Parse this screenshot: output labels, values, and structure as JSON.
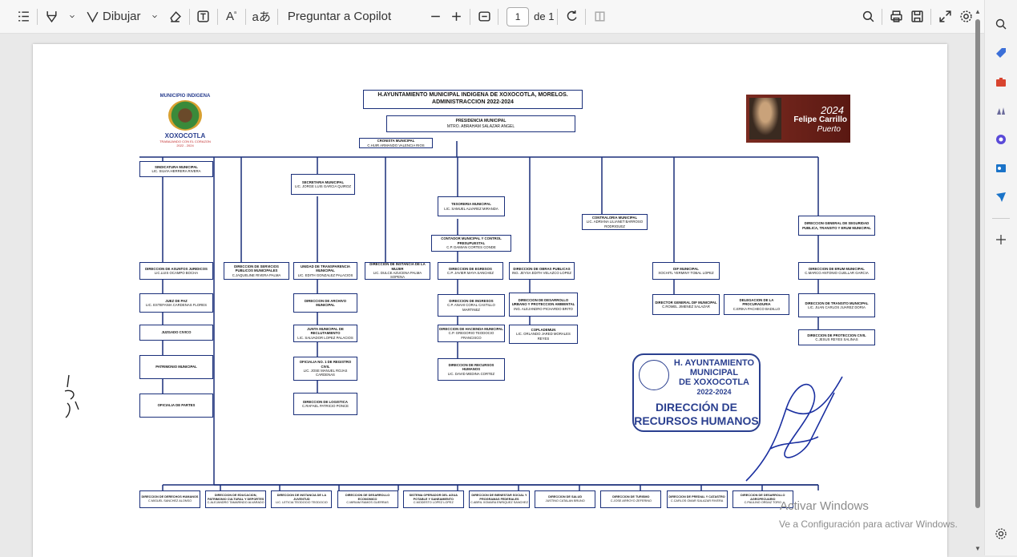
{
  "toolbar": {
    "draw_label": "Dibujar",
    "copilot_label": "Preguntar a Copilot",
    "page_current": "1",
    "page_total": "de 1"
  },
  "org": {
    "title_line1": "H.AYUNTAMIENTO MUNICIPAL INDIGENA DE XOXOCOTLA, MORELOS.",
    "title_line2": "ADMINISTRACCION 2022-2024",
    "presidencia": "PRESIDENCIA MUNICIPAL",
    "presidencia_name": "MTRO. ABRAHAM SALAZAR ANGEL",
    "cronista": "CRONISTA MUNICIPAL",
    "cronista_name": "C.HUIR ARMANDO VALENCIA RIOS",
    "sindicatura": "SINDICATURA MUNICIPAL",
    "sindicatura_name": "LIC. SILVIA HERRERA RIVERA",
    "secretaria": "SECRETARIA MUNICIPAL",
    "secretaria_name": "LIC. JORGE LUIS GARCIA QUIROZ",
    "tesoreria": "TESORERIA MUNICIPAL",
    "tesoreria_name": "LIC. SAMUEL ALVAREZ MIRANDA",
    "contador": "CONTADOR MUNICIPAL Y CONTROL PRESUPUESTAL",
    "contador_name": "C.P. DAMIAN CORTES CONDE",
    "contraloria": "CONTRALORIA MUNICIPAL",
    "contraloria_name": "LIC. ADRIANA LILIANET BARROSO RODRIGUEZ",
    "seguridad": "DIRECCION GENERAL DE SEGURIDAD PUBLICA, TRANSITO Y ERUM MUNICIPAL",
    "asuntos": "DIRECCION DE ASUNTOS JURIDICOS",
    "asuntos_name": "LIC.LUIS OCAMPO BOCHA",
    "servicios": "DIRECCION DE SERVICIOS PUBLICOS MUNICIPALES",
    "servicios_name": "C.JAQUELINE RIVERA PALMA",
    "transparencia": "UNIDAD DE TRANSPARENCIA MUNICIPAL",
    "transparencia_name": "LIC. EDITH GONZALEZ PALACIOS",
    "mujer": "DIRECCION DE INSTANCIA DE LA MUJER",
    "mujer_name": "LIC. DULCE AZUCENA PALMA SOPENA",
    "egresos": "DIRECCION DE EGRESOS",
    "egresos_name": "C.P. JAVIER MAYA SANCHEZ",
    "obras": "DIRECCION DE OBRAS PUBLICAS",
    "obras_name": "ING. JEYSA EDITH VELAZCO LOPEZ",
    "dif": "DIF MUNICIPAL",
    "dif_name": "XOCHITL YERMINY TOBAL LOPEZ",
    "erum": "DIRECCION DE ERUM MUNICIPAL",
    "erum_name": "C.MARCO ANTONIO CUELLAR GARCIA",
    "juez": "JUEZ DE PAZ",
    "juez_name": "LIC. ESTEFANIA CARDENAS FLORES",
    "archivo": "DIRECCION DE ARCHIVO MUNICIPAL",
    "ingresos": "DIRECCION DE INGRESOS",
    "ingresos_name": "C.P. ANAHI CORAL CASTILLO MARTINEZ",
    "urbano": "DIRECCION DE DESARROLLO URBANO Y PROTECCION AMBIENTAL",
    "urbano_name": "ING. ALEJANDRO PICHARDO BRITO",
    "dif_director": "DIRECTOR GENERAL DIF MUNICIPAL",
    "dif_director_name": "C.ROMEL JIMENEZ SALAZAR",
    "procuraduria": "DELEGACION DE LA PROCURADURIA",
    "procuraduria_name": "C.ERIKA PACHECO BADILLO",
    "transito": "DIRECCION DE TRANSITO MUNICIPAL",
    "transito_name": "LIC. JUAN CARLOS JUAREZ DORIA",
    "civico": "JUZGADO CIVICO",
    "junta": "JUNTA MUNICIPAL DE RECLUTAMIENTO",
    "junta_name": "LIC. SALVADOR LOPEZ PALACIOS",
    "hacienda": "DIRECCION DE HACIENDA MUNICIPAL",
    "hacienda_name": "C.P. GREGORIO TEODOCIO FRANCISCO",
    "coplademun": "COPLADEMUN",
    "coplademun_name": "LIC. ORLANDO JARED MORALES REYES",
    "proteccion": "DIRECCION DE PROTECCION CIVIL",
    "proteccion_name": "C.JESUS REYES SALINAS",
    "patrimonio": "PATRIMONIO MUNICIPAL",
    "registro": "OFICIALIA NO. 1 DE REGISTRO CIVIL",
    "registro_name": "LIC. JOSE MANUEL ROJAS CARDENAS",
    "rh": "DIRECCION DE RECURSOS HUMANOS",
    "rh_name": "LIC. DAVID MEDINA CORTEZ",
    "partes": "OFICIALIA DE PARTES",
    "logistica": "DIRECCION DE LOGISTICA",
    "logistica_name": "C.RAFAEL PATRICIO PONCE",
    "bottom": [
      {
        "t": "DIRECCION DE DERECHOS HUMANOS",
        "n": "C.MIGUEL SANCHEZ ALONSO"
      },
      {
        "t": "DIRECCION DE EDUCACION, PATRIMONIO CULTURAL Y DEPORTES",
        "n": "C.ALEJANDRO TAMARINDO ALVARADO"
      },
      {
        "t": "DIRECCION DE INSTANCIA DE LA JUVENTUD",
        "n": "LIC. LETICIA TEODOCIO TEODOCIO"
      },
      {
        "t": "DIRECCION DE DESARROLLO ECONOMICO",
        "n": "C.MIRIAM RAMOS GUERRAS"
      },
      {
        "t": "SISTEMA OPERADOR DEL AGUA POTABLE Y SANEAMIENTO",
        "n": "C.MODESTO LOPEZ LOPEZ"
      },
      {
        "t": "DIRECCION DE BIENESTAR SOCIAL Y PROGRAMAS FEDERALES",
        "n": "C.ABRIL XOMARA ENRIQUEZ SANCHEZ"
      },
      {
        "t": "DIRECCION DE SALUD",
        "n": "JUSTINO CATALAN BRUNO"
      },
      {
        "t": "DIRECCION DE TURISMO",
        "n": "C.JOSE ARROYO ZEFERINO"
      },
      {
        "t": "DIRECCION DE PREDIAL Y CATASTRO",
        "n": "C.CARLOS OMAR SALAZAR RIVERA"
      },
      {
        "t": "DIRECCION DE DESARROLLO AGROPECUARIO",
        "n": "C.PAULINO ORDAZ TORO"
      }
    ],
    "logo_top": "MUNICIPIO INDIGENA",
    "logo_name": "XOXOCOTLA",
    "logo_slogan": "TRABAJANDO CON EL CORAZON",
    "logo_year": "2022 - 2024",
    "fc_year": "2024",
    "fc_name1": "Felipe Carrillo",
    "fc_name2": "Puerto",
    "stamp_line1": "H. AYUNTAMIENTO",
    "stamp_line2": "MUNICIPAL",
    "stamp_line3": "DE XOXOCOTLA",
    "stamp_line4": "2022-2024",
    "stamp_line5": "DIRECCIÓN DE",
    "stamp_line6": "RECURSOS HUMANOS"
  },
  "watermark": {
    "line1": "Activar Windows",
    "line2": "Ve a Configuración para activar Windows."
  },
  "colors": {
    "accent": "#1a2f7a",
    "stamp": "#2a3f8f"
  }
}
